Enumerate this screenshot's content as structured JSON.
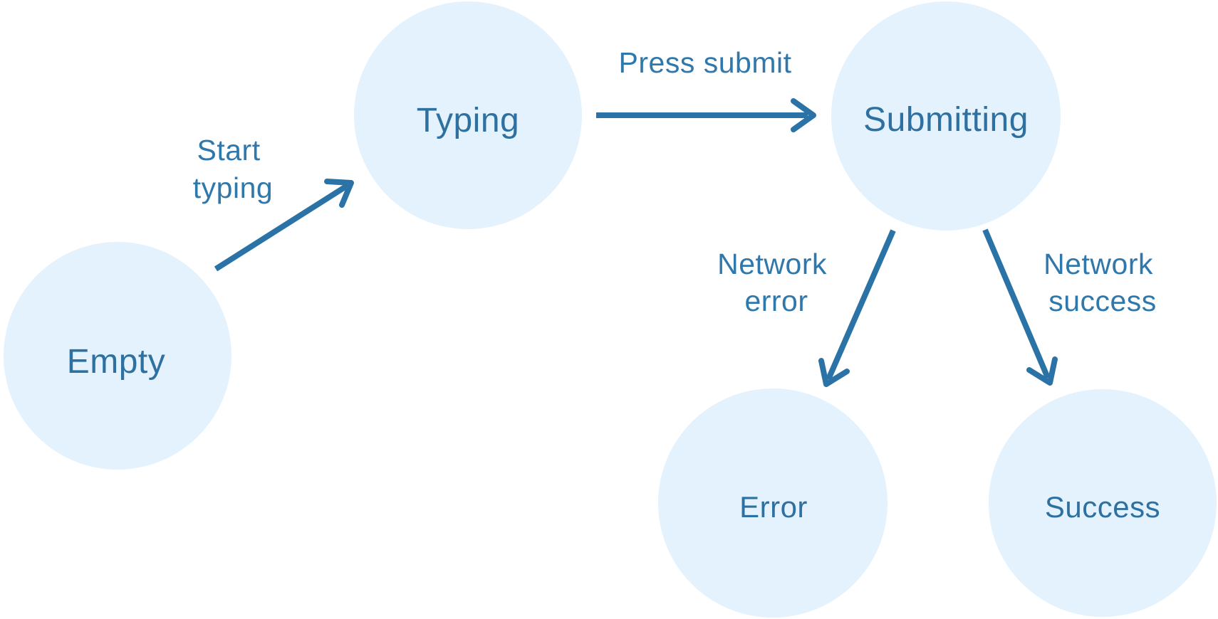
{
  "diagram": {
    "type": "state-machine",
    "colors": {
      "background": "#ffffff",
      "node_fill": "#e3f2fc",
      "node_label": "#2e71a1",
      "edge": "#2b73a6",
      "edge_label": "#2f78ac"
    },
    "states": [
      {
        "id": "empty",
        "label": "Empty"
      },
      {
        "id": "typing",
        "label": "Typing"
      },
      {
        "id": "submitting",
        "label": "Submitting"
      },
      {
        "id": "error",
        "label": "Error"
      },
      {
        "id": "success",
        "label": "Success"
      }
    ],
    "transitions": [
      {
        "from": "empty",
        "to": "typing",
        "label": "Start typing",
        "label_lines": [
          "Start",
          "typing"
        ]
      },
      {
        "from": "typing",
        "to": "submitting",
        "label": "Press submit",
        "label_lines": [
          "Press submit"
        ]
      },
      {
        "from": "submitting",
        "to": "error",
        "label": "Network error",
        "label_lines": [
          "Network",
          "error"
        ]
      },
      {
        "from": "submitting",
        "to": "success",
        "label": "Network success",
        "label_lines": [
          "Network",
          "success"
        ]
      }
    ]
  }
}
